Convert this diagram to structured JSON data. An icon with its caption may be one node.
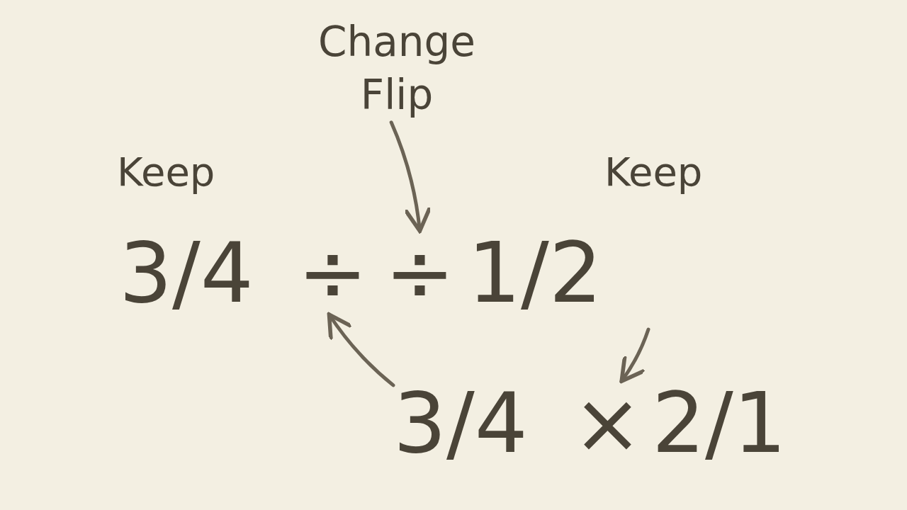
{
  "diagram": {
    "nodes": [
      {
        "text": [
          "Change",
          "Flip"
        ]
      },
      {
        "text": [
          "3/4"
        ]
      },
      {
        "text": [
          "÷"
        ]
      },
      {
        "text": [
          "÷"
        ]
      },
      {
        "text": [
          "1/2"
        ]
      },
      {
        "text": [
          "3/4"
        ]
      },
      {
        "text": [
          "×"
        ]
      },
      {
        "text": [
          "2/1"
        ]
      }
    ],
    "edges": [
      {
        "from": 0,
        "to": 3,
        "arrow": "to"
      },
      {
        "from": 5,
        "to": 2,
        "arrow": "to"
      },
      {
        "from": null,
        "to": 6,
        "arrow": "to"
      }
    ],
    "labels": [
      "Keep",
      "Keep"
    ]
  }
}
